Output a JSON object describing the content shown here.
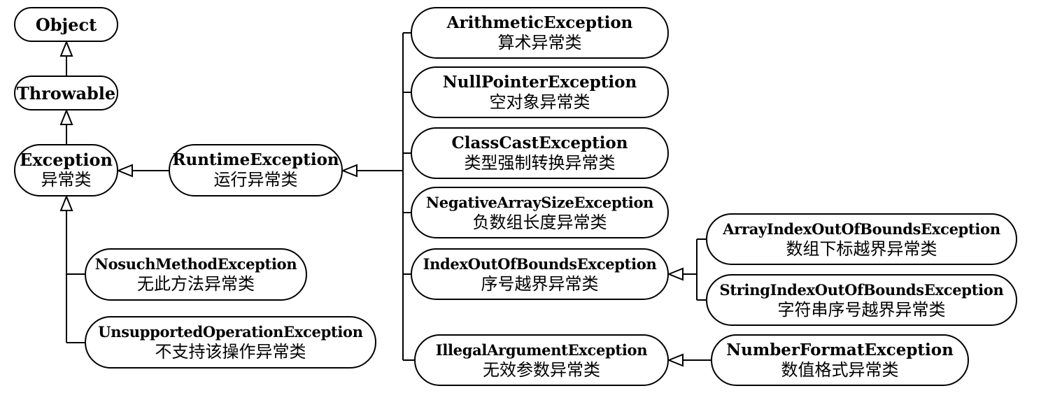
{
  "nodes": {
    "object": {
      "en": "Object"
    },
    "throwable": {
      "en": "Throwable"
    },
    "exception": {
      "en": "Exception",
      "zh": "异常类"
    },
    "runtime": {
      "en": "RuntimeException",
      "zh": "运行异常类"
    },
    "nosuch": {
      "en": "NosuchMethodException",
      "zh": "无此方法异常类"
    },
    "unsupported": {
      "en": "UnsupportedOperationException",
      "zh": "不支持该操作异常类"
    },
    "arithmetic": {
      "en": "ArithmeticException",
      "zh": "算术异常类"
    },
    "nullpointer": {
      "en": "NullPointerException",
      "zh": "空对象异常类"
    },
    "classcast": {
      "en": "ClassCastException",
      "zh": "类型强制转换异常类"
    },
    "negarray": {
      "en": "NegativeArraySizeException",
      "zh": "负数组长度异常类"
    },
    "indexout": {
      "en": "IndexOutOfBoundsException",
      "zh": "序号越界异常类"
    },
    "illegalarg": {
      "en": "IllegalArgumentException",
      "zh": "无效参数异常类"
    },
    "arrayindex": {
      "en": "ArrayIndexOutOfBoundsException",
      "zh": "数组下标越界异常类"
    },
    "stringindex": {
      "en": "StringIndexOutOfBoundsException",
      "zh": "字符串序号越界异常类"
    },
    "numberformat": {
      "en": "NumberFormatException",
      "zh": "数值格式异常类"
    }
  },
  "edges": [
    {
      "from": "throwable",
      "to": "object"
    },
    {
      "from": "exception",
      "to": "throwable"
    },
    {
      "from": "runtime",
      "to": "exception"
    },
    {
      "from": "nosuch",
      "to": "exception"
    },
    {
      "from": "unsupported",
      "to": "exception"
    },
    {
      "from": "arithmetic",
      "to": "runtime"
    },
    {
      "from": "nullpointer",
      "to": "runtime"
    },
    {
      "from": "classcast",
      "to": "runtime"
    },
    {
      "from": "negarray",
      "to": "runtime"
    },
    {
      "from": "indexout",
      "to": "runtime"
    },
    {
      "from": "illegalarg",
      "to": "runtime"
    },
    {
      "from": "arrayindex",
      "to": "indexout"
    },
    {
      "from": "stringindex",
      "to": "indexout"
    },
    {
      "from": "numberformat",
      "to": "illegalarg"
    }
  ]
}
